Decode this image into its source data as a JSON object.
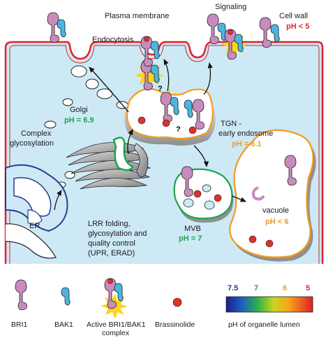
{
  "labels": {
    "plasma_membrane": "Plasma membrane",
    "signaling": "Signaling",
    "cell_wall": "Cell wall",
    "cell_wall_ph": "pH < 5",
    "endocytosis": "Endocytosis",
    "golgi": "Golgi",
    "golgi_ph": "pH = 6.9",
    "complex_glyco_1": "Complex",
    "complex_glyco_2": "glycosylation",
    "tgn_1": "TGN -",
    "tgn_2": "early endosome",
    "tgn_ph": "pH = 6.1",
    "er": "ER",
    "lrr_1": "LRR folding,",
    "lrr_2": "glycosylation and",
    "lrr_3": "quality control",
    "lrr_4": "(UPR, ERAD)",
    "mvb": "MVB",
    "mvb_ph": "pH = 7",
    "vacuole": "vacuole",
    "vacuole_ph": "pH < 6",
    "question_mark": "?"
  },
  "legend": {
    "bri1": "BRI1",
    "bak1": "BAK1",
    "active_1": "Active BRI1/BAK1",
    "active_2": "complex",
    "brassinolide": "Brassinolide",
    "ph_scale_label": "pH of organelle lumen",
    "ph_ticks": [
      "7.5",
      "7",
      "6",
      "5"
    ]
  },
  "colors": {
    "cell_wall": "#e8202a",
    "cytoplasm": "#cde9f6",
    "golgi_ph": "#1aa64a",
    "tgn_ph": "#f59a1c",
    "mvb_ph": "#1aa64a",
    "vacuole_ph": "#f59a1c",
    "er": "#2b3a8f",
    "bri1": "#c98bbd",
    "bak1": "#4bb6e0",
    "brassinolide": "#e0302a",
    "burst": "#ffd21f",
    "tick_75": "#2b3a8f",
    "tick_7": "#1aa64a",
    "tick_6": "#f59a1c",
    "tick_5": "#e8202a"
  }
}
